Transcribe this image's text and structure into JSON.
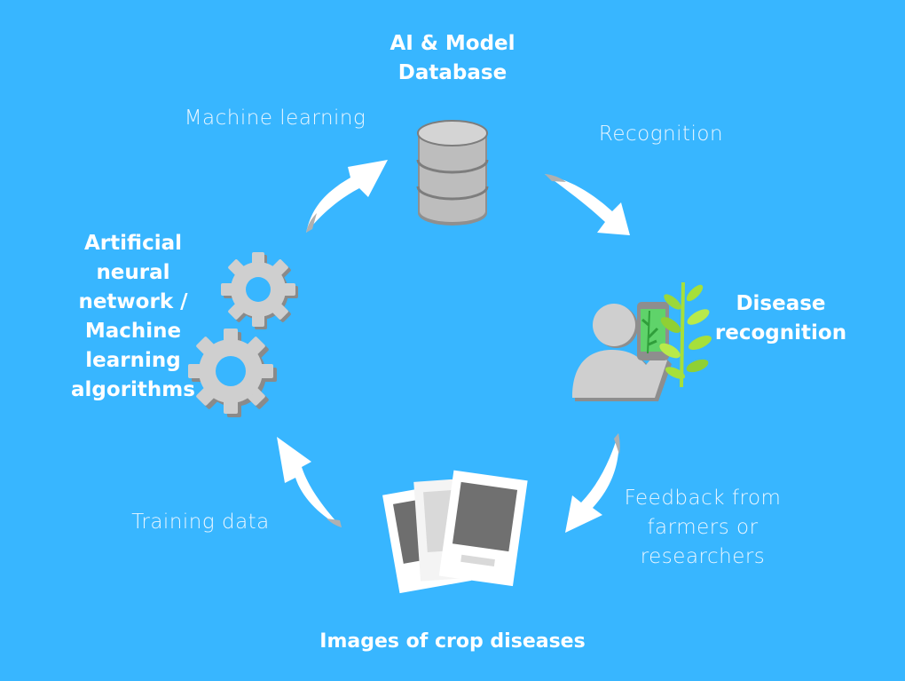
{
  "diagram": {
    "nodes": {
      "database": {
        "title": "AI  & Model\nDatabase",
        "icon": "database-icon"
      },
      "disease_recognition": {
        "title": "Disease\nrecognition",
        "icon": "person-phone-plant-icon"
      },
      "images": {
        "title": "Images of crop diseases",
        "icon": "photos-icon"
      },
      "algorithms": {
        "title": "Artificial\nneural\nnetwork /\nMachine\nlearning\nalgorithms",
        "icon": "gears-icon"
      }
    },
    "edges": {
      "machine_learning": "Machine learning",
      "recognition": "Recognition",
      "feedback": "Feedback from\nfarmers or\nresearchers",
      "training_data": "Training data"
    }
  },
  "colors": {
    "background": "#38b6ff",
    "icon_gray": "#b9b9b9",
    "icon_dark": "#7a7a7a",
    "arrow": "#ffffff",
    "leaf_green": "#9be03a"
  }
}
